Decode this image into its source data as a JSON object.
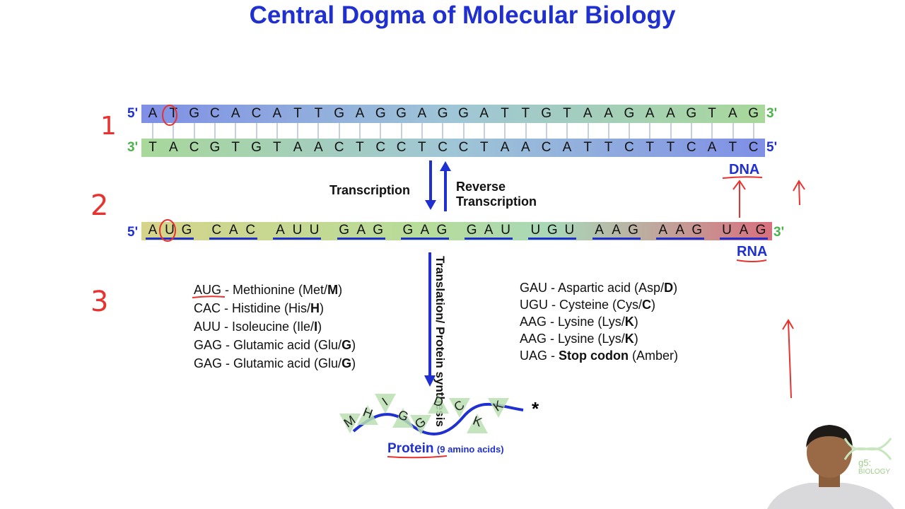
{
  "title": "Central Dogma of Molecular Biology",
  "dna": {
    "label": "DNA",
    "top_5": "5'",
    "top_3": "3'",
    "bottom_3": "3'",
    "bottom_5": "5'",
    "top_sequence": [
      "A",
      "T",
      "G",
      "C",
      "A",
      "C",
      "A",
      "T",
      "T",
      "G",
      "A",
      "G",
      "G",
      "A",
      "G",
      "G",
      "A",
      "T",
      "T",
      "G",
      "T",
      "A",
      "A",
      "G",
      "A",
      "A",
      "G",
      "T",
      "A",
      "G"
    ],
    "bottom_sequence": [
      "T",
      "A",
      "C",
      "G",
      "T",
      "G",
      "T",
      "A",
      "A",
      "C",
      "T",
      "C",
      "C",
      "T",
      "C",
      "C",
      "T",
      "A",
      "A",
      "C",
      "A",
      "T",
      "T",
      "C",
      "T",
      "T",
      "C",
      "A",
      "T",
      "C"
    ]
  },
  "transcription_label": "Transcription",
  "reverse_transcription_label": [
    "Reverse",
    "Transcription"
  ],
  "rna": {
    "label": "RNA",
    "five": "5'",
    "three": "3'",
    "codons": [
      "AUG",
      "CAC",
      "AUU",
      "GAG",
      "GAG",
      "GAU",
      "UGU",
      "AAG",
      "AAG",
      "UAG"
    ]
  },
  "translation_label": "Translation/",
  "protein_synthesis_label": "Protein synthesis",
  "codon_table_left": [
    {
      "codon": "AUG",
      "sep": " - ",
      "name": "Methionine (Met/",
      "code": "M",
      "end": ")"
    },
    {
      "codon": "CAC",
      "sep": " - ",
      "name": "Histidine (His/",
      "code": "H",
      "end": ")"
    },
    {
      "codon": "AUU",
      "sep": " - ",
      "name": "Isoleucine (Ile/",
      "code": "I",
      "end": ")"
    },
    {
      "codon": "GAG",
      "sep": " - ",
      "name": "Glutamic acid (Glu/",
      "code": "G",
      "end": ")"
    },
    {
      "codon": "GAG",
      "sep": " - ",
      "name": "Glutamic acid (Glu/",
      "code": "G",
      "end": ")"
    }
  ],
  "codon_table_right": [
    {
      "codon": "GAU",
      "sep": " - ",
      "name": "Aspartic acid (Asp/",
      "code": "D",
      "end": ")"
    },
    {
      "codon": "UGU",
      "sep": " - ",
      "name": "Cysteine (Cys/",
      "code": "C",
      "end": ")"
    },
    {
      "codon": "AAG",
      "sep": " - ",
      "name": "Lysine (Lys/",
      "code": "K",
      "end": ")"
    },
    {
      "codon": "AAG",
      "sep": " - ",
      "name": "Lysine (Lys/",
      "code": "K",
      "end": ")"
    },
    {
      "codon": "UAG",
      "sep": " - ",
      "name": "",
      "code": "Stop codon",
      "end": " (Amber)"
    }
  ],
  "protein": {
    "label": "Protein",
    "sublabel": "(9 amino acids)",
    "residues": [
      "M",
      "H",
      "I",
      "G",
      "G",
      "D",
      "C",
      "K",
      "K"
    ],
    "stop_mark": "*"
  },
  "annotations": {
    "step1": "1",
    "step2": "2",
    "step3": "3"
  },
  "logo": {
    "line1": "g5:",
    "line2": "BIOLOGY"
  },
  "colors": {
    "title": "#1f2fd0",
    "handwriting": "#e8322f",
    "strand_start": "#7b8fe0",
    "strand_end": "#a9d89a",
    "rna_end": "#d8707e"
  }
}
